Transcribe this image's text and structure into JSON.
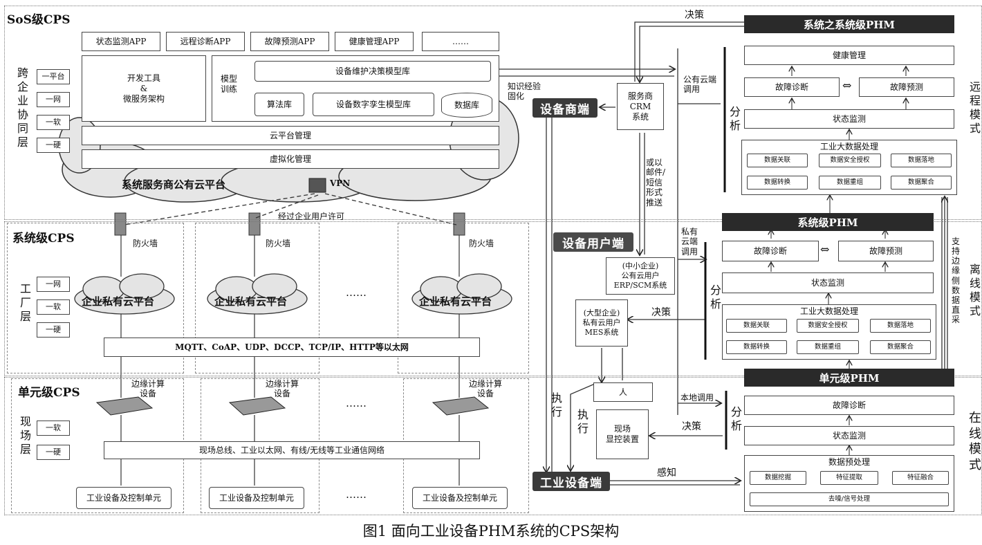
{
  "caption": "图1  面向工业设备PHM系统的CPS架构",
  "sos": {
    "title": "SoS级CPS",
    "apps": [
      "状态监测APP",
      "远程诊断APP",
      "故障预测APP",
      "健康管理APP",
      "……"
    ],
    "dev_tools": "开发工具\n&\n微服务架构",
    "model_train": "模型\n训练",
    "decision_lib": "设备维护决策模型库",
    "algo_lib": "算法库",
    "twin_lib": "设备数字孪生模型库",
    "db": "数据库",
    "cloud_mgmt": "云平台管理",
    "virt_mgmt": "虚拟化管理",
    "public_cloud": "系统服务商公有云平台",
    "vpn": "VPN",
    "permit": "经过企业用户许可",
    "layer_label": "跨\n企\n业\n协\n同\n层",
    "layer_items": [
      "一平台",
      "一网",
      "一软",
      "一硬"
    ]
  },
  "system": {
    "title": "系统级CPS",
    "firewall": "防火墙",
    "private_cloud": "企业私有云平台",
    "ellipsis": "……",
    "protocols": "MQTT、CoAP、UDP、DCCP、TCP/IP、HTTP等以太网",
    "layer_label": "工\n厂\n层",
    "layer_items": [
      "一网",
      "一软",
      "一硬"
    ]
  },
  "unit": {
    "title": "单元级CPS",
    "edge": "边缘计算\n设备",
    "network": "现场总线、工业以太网、有线/无线等工业通信网络",
    "device_unit": "工业设备及控制单元",
    "ellipsis": "……",
    "layer_label": "现\n场\n层",
    "layer_items": [
      "一软",
      "一硬"
    ]
  },
  "middle": {
    "knowledge": "知识经验\n固化",
    "vendor": "设备商端",
    "crm": "服务商\nCRM\n系统",
    "notify": "或以\n邮件/\n短信\n形式\n推送",
    "user_side": "设备用户端",
    "sme": "(中小企业)\n公有云用户\nERP/SCM系统",
    "large": "(大型企业)\n私有云用户\nMES系统",
    "person": "人",
    "display": "现场\n显控装置",
    "industrial": "工业设备端",
    "execute": "执\n行",
    "decision": "决策",
    "sense": "感知",
    "public_call": "公有云端\n调用",
    "private_call": "私有\n云端\n调用",
    "local_call": "本地调用",
    "analysis": "分\n析"
  },
  "phm": {
    "sos_title": "系统之系统级PHM",
    "health": "健康管理",
    "diag": "故障诊断",
    "pred": "故障预测",
    "monitor": "状态监测",
    "bigdata": "工业大数据处理",
    "bd_items": [
      "数据关联",
      "数据安全授权",
      "数据落地",
      "数据转换",
      "数据重组",
      "数据聚合"
    ],
    "sys_title": "系统级PHM",
    "unit_title": "单元级PHM",
    "preprocess": "数据预处理",
    "pp_items": [
      "数据挖掘",
      "特征提取",
      "特征融合",
      "去噪/信号处理"
    ],
    "edge_support": "支\n持\n边\n缘\n侧\n数\n据\n直\n采",
    "mode_top": "远\n程\n模\n式",
    "mode_mid": "离\n线\n模\n式",
    "mode_bot": "在\n线\n模\n式"
  }
}
